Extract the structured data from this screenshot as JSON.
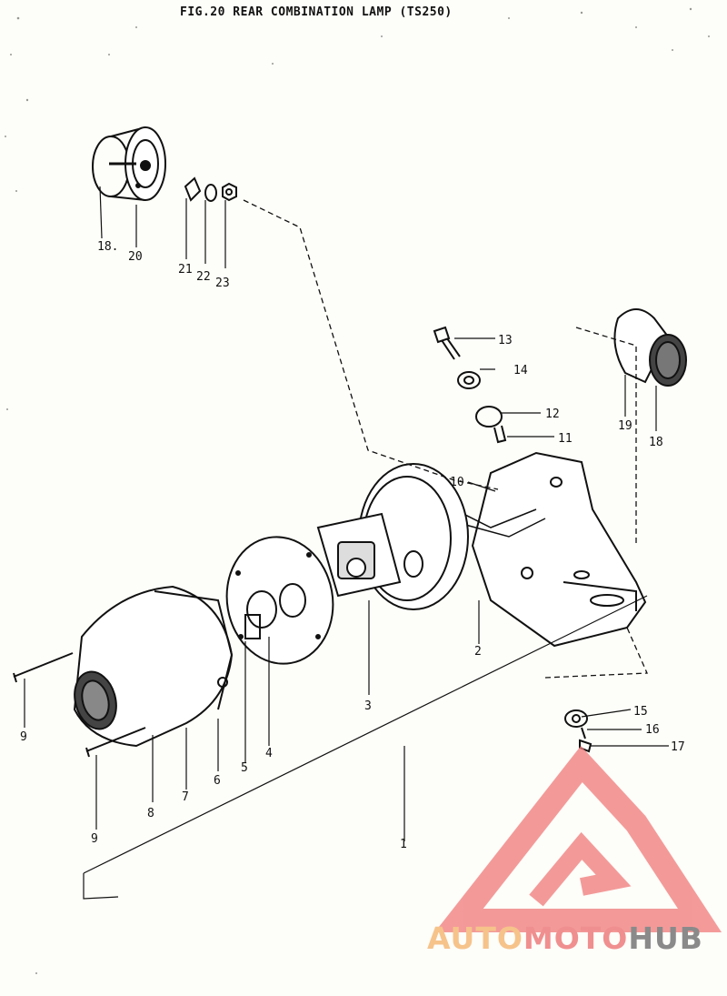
{
  "title": "FIG.20 REAR COMBINATION LAMP (TS250)",
  "callouts": [
    "1",
    "2",
    "3",
    "4",
    "5",
    "6",
    "7",
    "8",
    "9",
    "9",
    "10",
    "11",
    "12",
    "13",
    "14",
    "15",
    "16",
    "17",
    "18",
    "18.",
    "19",
    "20",
    "21",
    "22",
    "23"
  ],
  "watermark": {
    "text_part1": "AUTO",
    "text_part2": "MOTO",
    "text_part3": "HUB",
    "color1": "#f6c38b",
    "color2": "#f08f8f",
    "color3": "#8a8a8a",
    "logo_color": "#f07a7a"
  }
}
